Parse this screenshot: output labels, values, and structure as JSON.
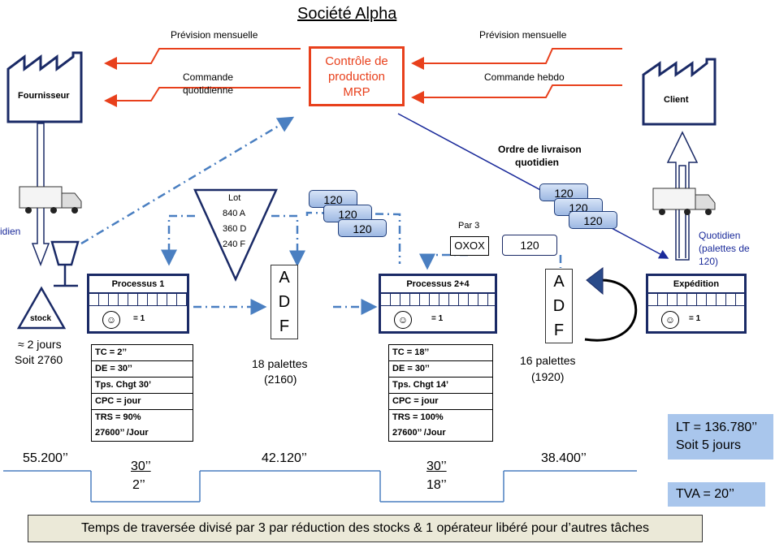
{
  "title": "Société Alpha",
  "mrp": {
    "line1": "Contrôle de",
    "line2": "production",
    "line3": "MRP"
  },
  "info_flows": {
    "left_top": "Prévision mensuelle",
    "left_bottom_1": "Commande",
    "left_bottom_2": "quotidienne",
    "right_top": "Prévision mensuelle",
    "right_bottom": "Commande hebdo",
    "delivery_order_1": "Ordre de livraison",
    "delivery_order_2": "quotidien"
  },
  "supplier": {
    "label": "Fournisseur",
    "side_text": "idien"
  },
  "client": {
    "label": "Client",
    "side_1": "Quotidien",
    "side_2": "(palettes de",
    "side_3": "120)"
  },
  "stock": {
    "label": "stock",
    "line1": "≈ 2 jours",
    "line2": "Soit  2760"
  },
  "lot": {
    "title": "Lot",
    "rows": [
      "840  A",
      "360  D",
      "240  F"
    ]
  },
  "pallets": {
    "value": "120"
  },
  "par3": {
    "label": "Par 3",
    "oxox": "OXOX",
    "kanban": "120"
  },
  "processes": [
    {
      "name": "Processus 1",
      "operators": "= 1"
    },
    {
      "name": "Processus 2+4",
      "operators": "= 1"
    },
    {
      "name": "Expédition",
      "operators": "= 1"
    }
  ],
  "adf": [
    "A",
    "D",
    "F"
  ],
  "inventory": [
    {
      "line1": "18 palettes",
      "line2": "(2160)"
    },
    {
      "line1": "16 palettes",
      "line2": "(1920)"
    }
  ],
  "data_boxes": [
    [
      "TC = 2’’",
      "DE = 30’’",
      "Tps. Chgt 30’",
      "CPC = jour",
      "TRS = 90%",
      "27600’’ /Jour"
    ],
    [
      "TC = 18’’",
      "DE = 30’’",
      "Tps. Chgt 14’",
      "CPC = jour",
      "TRS = 100%",
      "27600’’  /Jour"
    ]
  ],
  "timeline": {
    "wait_1": "55.200’’",
    "wait_2": "42.120’’",
    "wait_3": "38.400’’",
    "proc_1_top": "30’’",
    "proc_1_bottom": "2’’",
    "proc_2_top": "30’’",
    "proc_2_bottom": "18’’"
  },
  "summary": {
    "lt_1": "LT = 136.780’’",
    "lt_2": "Soit 5 jours",
    "tva": "TVA = 20’’"
  },
  "banner": "Temps de traversée divisé par 3 par réduction des stocks & 1 opérateur libéré pour d’autres tâches",
  "colors": {
    "info_arrow": "#e8401c",
    "process_border": "#1a2a66",
    "dash_arrow": "#4a7fc1",
    "highlight": "#a9c6ec"
  }
}
